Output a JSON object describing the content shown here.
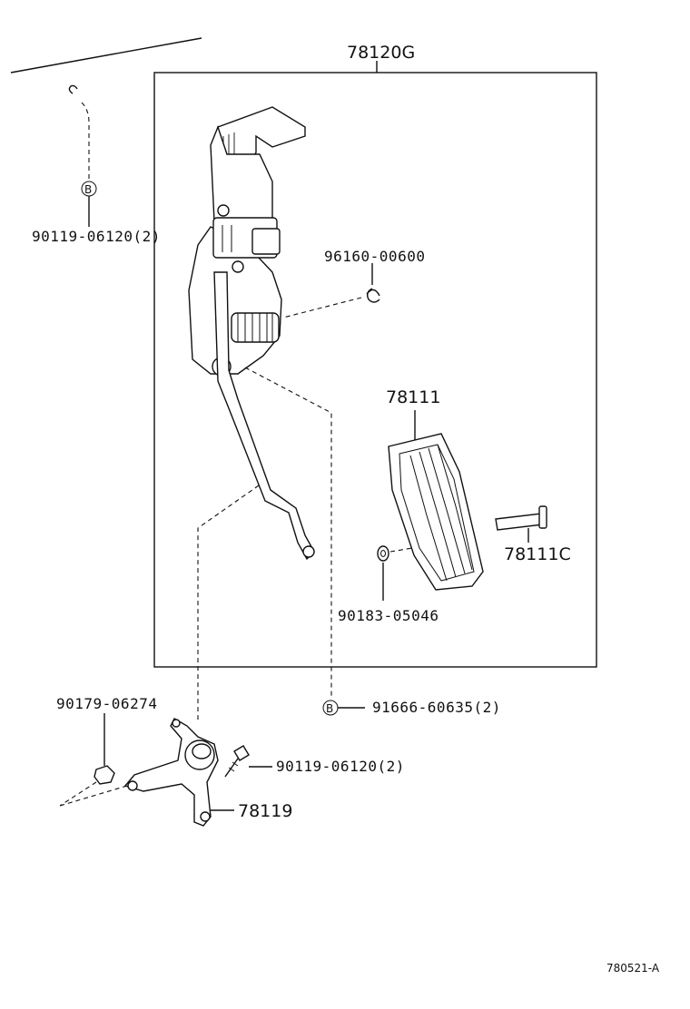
{
  "labels": {
    "assembly": "78120G",
    "pad": "78111",
    "pad_pin": "78111C",
    "clip": "96160-00600",
    "washer": "90183-05046",
    "bolt_top": "90119-06120(2)",
    "bolt_bottom": "90119-06120(2)",
    "nut": "90179-06274",
    "bracket": "78119",
    "nut_b": "91666-60635(2)",
    "ref_b_top": "B",
    "ref_b_bottom": "B",
    "diagram_code": "780521-A"
  }
}
